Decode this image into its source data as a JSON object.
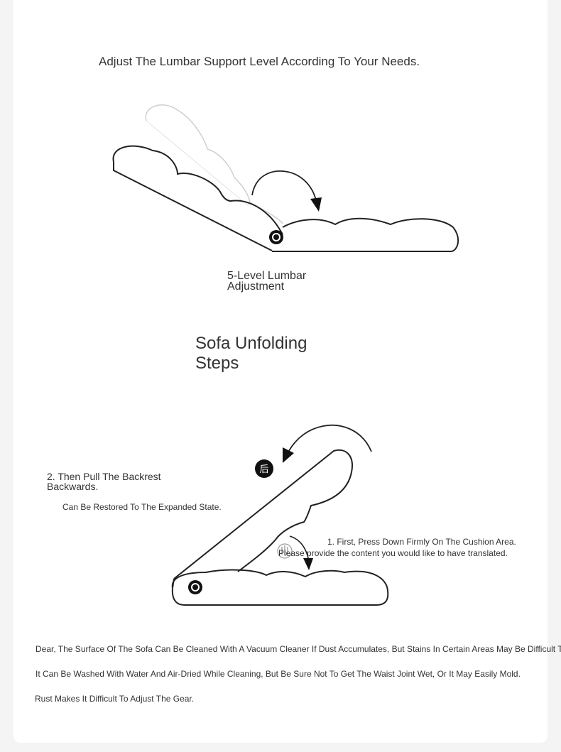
{
  "lumbar": {
    "heading": "Adjust The Lumbar Support Level According To Your Needs.",
    "caption": "5-Level Lumbar Adjustment"
  },
  "sofa": {
    "heading": "Sofa Unfolding Steps",
    "step2_title": "2. Then Pull The Backrest Backwards.",
    "step2_desc": "Can Be Restored To The Expanded State.",
    "step1_title": "1. First, Press Down Firmly On The Cushion Area.",
    "step1_desc": "Please provide the content you would like to have translated.",
    "badge_glyph": "后"
  },
  "notes": [
    "Dear, The Surface Of The Sofa Can Be Cleaned With A Vacuum Cleaner If Dust Accumulates, But Stains In Certain Areas May Be Difficult To",
    "It Can Be Washed With Water And Air-Dried While Cleaning, But Be Sure Not To Get The Waist Joint Wet, Or It May Easily Mold.",
    "Rust Makes It Difficult To Adjust The Gear."
  ],
  "icons": [
    "gear-icon",
    "curved-arrow-icon",
    "back-badge-icon",
    "hand-press-icon"
  ]
}
